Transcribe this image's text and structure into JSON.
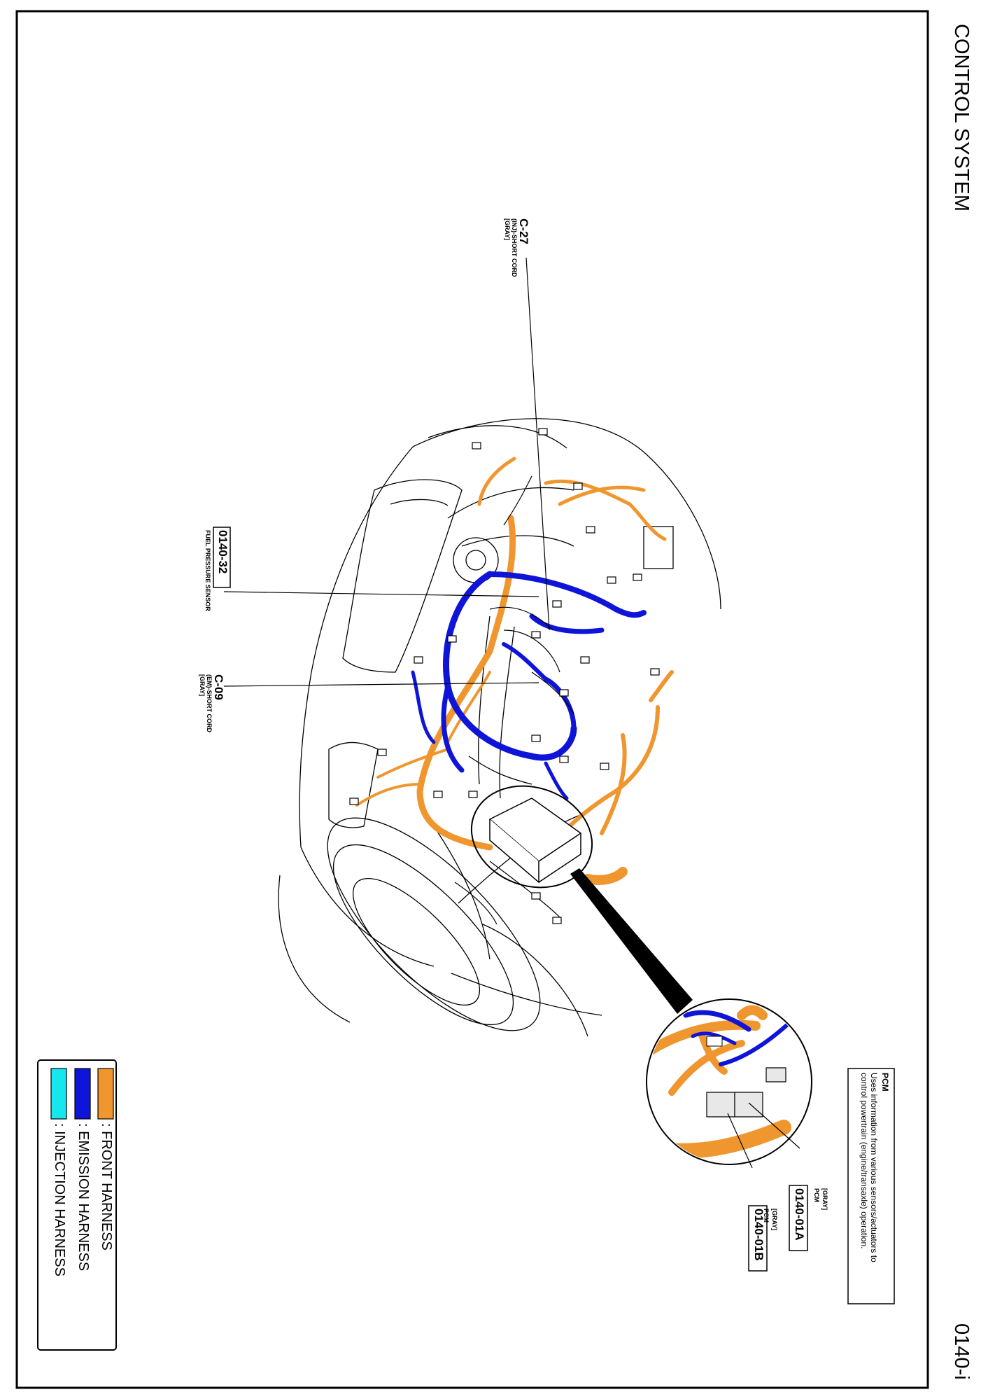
{
  "header": {
    "title": "CONTROL SYSTEM",
    "page": "0140-i"
  },
  "callouts": {
    "c27": {
      "code": "C-27",
      "name": "(INJ)-SHORT CORD",
      "color": "[GRAY]"
    },
    "fuel_sensor": {
      "code": "0140-32",
      "name": "FUEL PRESSURE SENSOR"
    },
    "c09": {
      "code": "C-09",
      "name": "(EM)-SHORT CORD",
      "color": "[GRAY]"
    }
  },
  "pcm_note": {
    "title": "PCM",
    "line1": "Uses information from various sensors/actuators to",
    "line2": "control powertrain (engine/transaxle) operation."
  },
  "pcm_connectors": {
    "a": {
      "color": "[GRAY]",
      "name": "PCM",
      "code": "0140-01A"
    },
    "b": {
      "color": "[GRAY]",
      "name": "PCM",
      "code": "0140-01B"
    }
  },
  "legend": [
    {
      "label": ": FRONT HARNESS",
      "color": "#F0962F"
    },
    {
      "label": ": EMISSION HARNESS",
      "color": "#0E14D8"
    },
    {
      "label": ": INJECTION HARNESS",
      "color": "#16E6EE"
    }
  ]
}
